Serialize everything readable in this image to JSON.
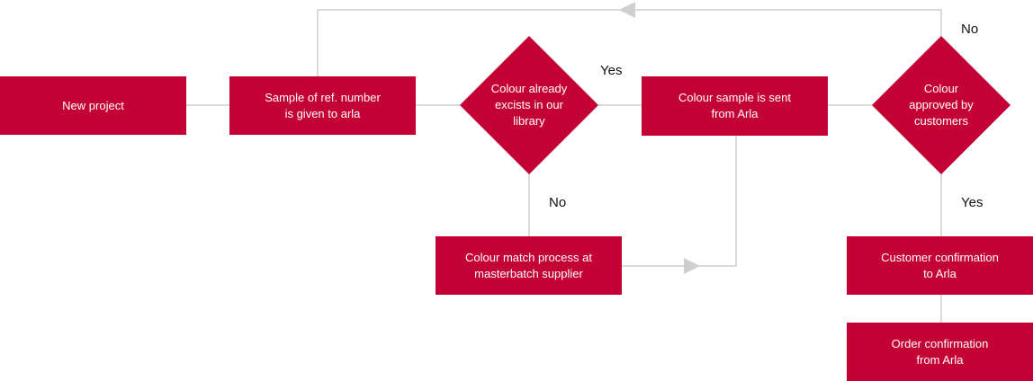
{
  "colors": {
    "node_fill": "#c40134",
    "node_text": "#ffffff",
    "connector": "#cfcfcf",
    "label_text": "#111111"
  },
  "nodes": {
    "new_project": "New project",
    "sample_ref": "Sample of ref. number\nis given to arla",
    "colour_exists": "Colour already\nexcists in our\nlibrary",
    "colour_sample_sent": "Colour sample is sent\nfrom Arla",
    "colour_approved": "Colour\napproved by\ncustomers",
    "colour_match": "Colour match process at\nmasterbatch supplier",
    "customer_confirmation": "Customer confirmation\nto Arla",
    "order_confirmation": "Order confirmation\nfrom Arla"
  },
  "edge_labels": {
    "exists_yes": "Yes",
    "exists_no": "No",
    "approved_yes": "Yes",
    "approved_no": "No"
  }
}
